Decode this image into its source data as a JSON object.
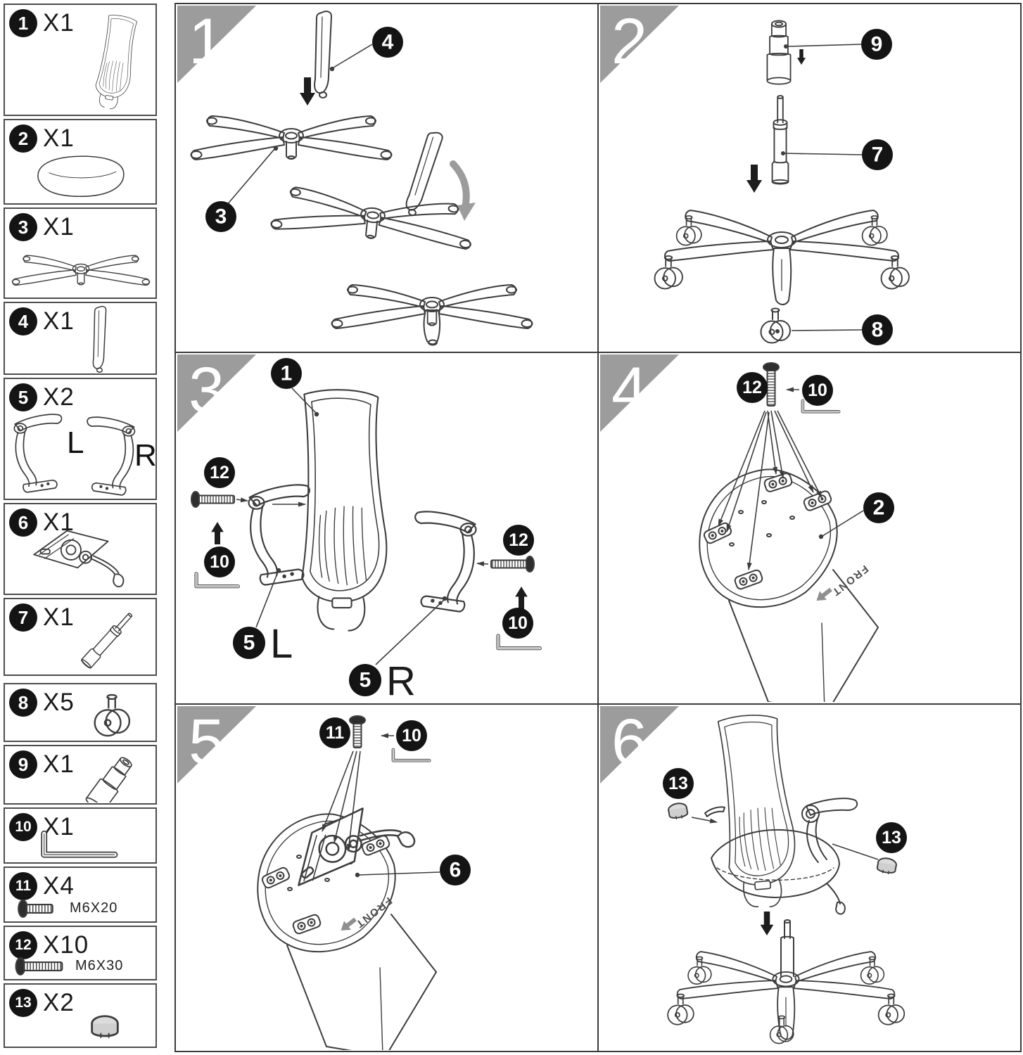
{
  "parts_list": {
    "items": [
      {
        "num": "1",
        "qty": "X1",
        "name": "backrest-frame"
      },
      {
        "num": "2",
        "qty": "X1",
        "name": "seat-cushion"
      },
      {
        "num": "3",
        "qty": "X1",
        "name": "base-four-arms"
      },
      {
        "num": "4",
        "qty": "X1",
        "name": "base-arm"
      },
      {
        "num": "5",
        "qty": "X2",
        "name": "armrest-pair",
        "left": "L",
        "right": "R"
      },
      {
        "num": "6",
        "qty": "X1",
        "name": "tilt-mechanism"
      },
      {
        "num": "7",
        "qty": "X1",
        "name": "gas-lift-cylinder"
      },
      {
        "num": "8",
        "qty": "X5",
        "name": "caster-wheel"
      },
      {
        "num": "9",
        "qty": "X1",
        "name": "telescopic-cover"
      },
      {
        "num": "10",
        "qty": "X1",
        "name": "allen-key"
      },
      {
        "num": "11",
        "qty": "X4",
        "name": "screw",
        "spec": "M6X20"
      },
      {
        "num": "12",
        "qty": "X10",
        "name": "screw",
        "spec": "M6X30"
      },
      {
        "num": "13",
        "qty": "X2",
        "name": "cap-plug"
      }
    ]
  },
  "steps": {
    "s1": {
      "number": "1",
      "callout_leg": "4",
      "callout_base": "3"
    },
    "s2": {
      "number": "2",
      "callout_cover": "9",
      "callout_lift": "7",
      "callout_caster": "8"
    },
    "s3": {
      "number": "3",
      "callout_back": "1",
      "callout_screw_left": "12",
      "callout_key_left": "10",
      "callout_screw_right": "12",
      "callout_key_right": "10",
      "callout_arm_left": "5",
      "callout_arm_left_suffix": "L",
      "callout_arm_right": "5",
      "callout_arm_right_suffix": "R"
    },
    "s4": {
      "number": "4",
      "callout_screw": "12",
      "callout_key": "10",
      "callout_seat": "2",
      "front_label": "FRONT"
    },
    "s5": {
      "number": "5",
      "callout_screw": "11",
      "callout_key": "10",
      "callout_mech": "6",
      "front_label": "FRONT"
    },
    "s6": {
      "number": "6",
      "callout_cap_left": "13",
      "callout_cap_right": "13"
    }
  },
  "colors": {
    "step_tag_gray": "#9c9c9c",
    "badge_black": "#141414",
    "line": "#3d3d3d",
    "gray_arrow": "#8f8f8f"
  }
}
